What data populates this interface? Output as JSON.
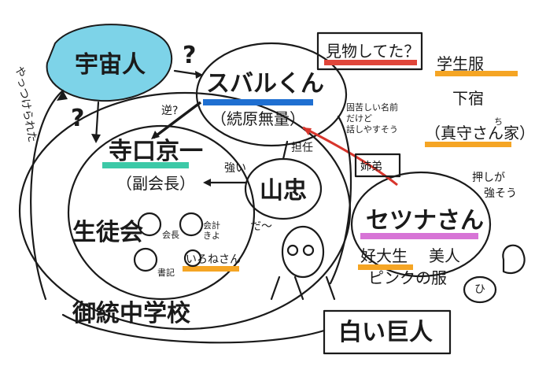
{
  "colors": {
    "uchujin_fill": "#7dd3e8",
    "subaru_underline": "#1f6fd1",
    "kyoichi_underline": "#3cc9a7",
    "setsu_underline": "#d774d6",
    "orange": "#f5a524",
    "red_line": "#d8352c",
    "pink_line": "#e0463a"
  },
  "nodes": {
    "uchujin": "宇宙人",
    "subaru": "スバルくん",
    "subaru_sub": "（続原無量）",
    "kyoichi": "寺口京一",
    "kyoichi_sub": "（副会長）",
    "yamatada": "山忠",
    "setsu": "セツナさん",
    "setsu_sub1": "好大生",
    "setsu_sub2": "美人",
    "setsu_sub3": "ピンクの服",
    "seitokai": "生徒会",
    "school": "御統中学校",
    "white_giant": "白い巨人",
    "kenbutsu": "見物してた？",
    "gakuran": "学生服",
    "geshuku": "下宿",
    "geshuku_place": "（真守さん家）",
    "kaichou": "会長",
    "shoki": "書記",
    "kaikei": "会計",
    "kaikei2": "きよ",
    "nurse": "いろねさん"
  },
  "labels": {
    "q1": "?",
    "q2": "?",
    "yattsuke": "やっつけられた",
    "gyaku": "逆?",
    "tsuyoi": "強い",
    "tannin": "担任",
    "kyoudai": "姉弟",
    "daa": "だ〜",
    "note_formal1": "固苦しい名前",
    "note_formal2": "だけど",
    "note_formal3": "話しやすそう",
    "note_oshi1": "押しが",
    "note_oshi2": "強そう",
    "small_face": "ひ",
    "chan": "ち"
  }
}
